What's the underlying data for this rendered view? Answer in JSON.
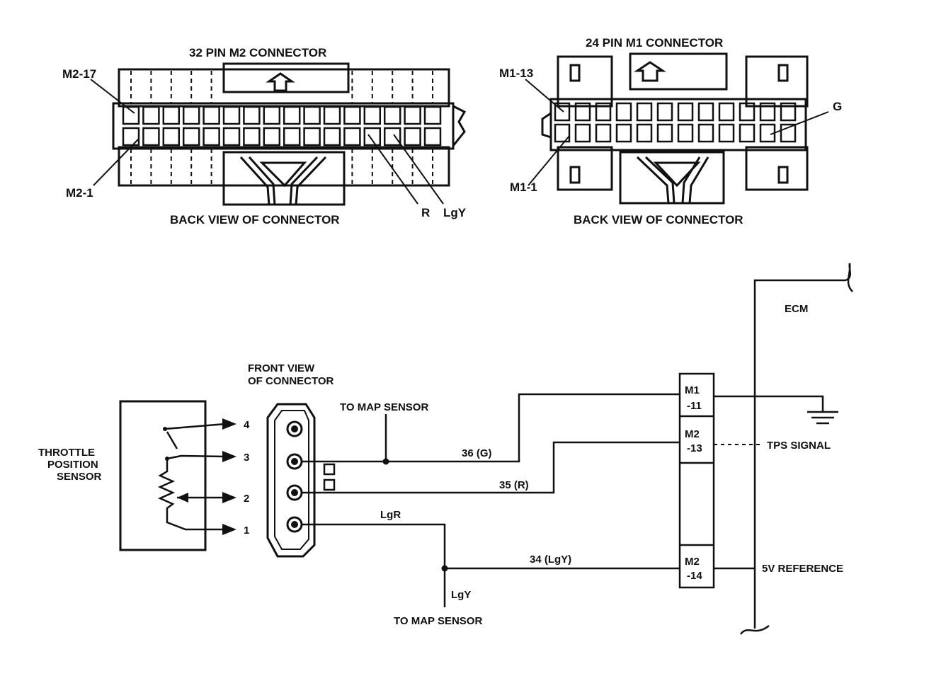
{
  "connector_m2": {
    "title": "32 PIN M2 CONNECTOR",
    "pin_top": "M2-17",
    "pin_bottom": "M2-1",
    "wire_r": "R",
    "wire_lgy": "LgY",
    "view": "BACK VIEW OF CONNECTOR"
  },
  "connector_m1": {
    "title": "24 PIN M1 CONNECTOR",
    "pin_top": "M1-13",
    "pin_bottom": "M1-1",
    "wire_g": "G",
    "view": "BACK VIEW OF CONNECTOR"
  },
  "sensor": {
    "name_line1": "THROTTLE",
    "name_line2": "POSITION",
    "name_line3": "SENSOR",
    "pin4": "4",
    "pin3": "3",
    "pin2": "2",
    "pin1": "1"
  },
  "front_view": {
    "line1": "FRONT VIEW",
    "line2": "OF CONNECTOR"
  },
  "wires": {
    "to_map_top": "TO MAP SENSOR",
    "w36g": "36 (G)",
    "w35r": "35 (R)",
    "lgr": "LgR",
    "w34lgy": "34 (LgY)",
    "lgy": "LgY",
    "to_map_bottom": "TO MAP SENSOR"
  },
  "ecm": {
    "label": "ECM",
    "m1_11_a": "M1",
    "m1_11_b": "-11",
    "m2_13_a": "M2",
    "m2_13_b": "-13",
    "m2_14_a": "M2",
    "m2_14_b": "-14",
    "tps_signal": "TPS SIGNAL",
    "ref_5v": "5V REFERENCE"
  }
}
